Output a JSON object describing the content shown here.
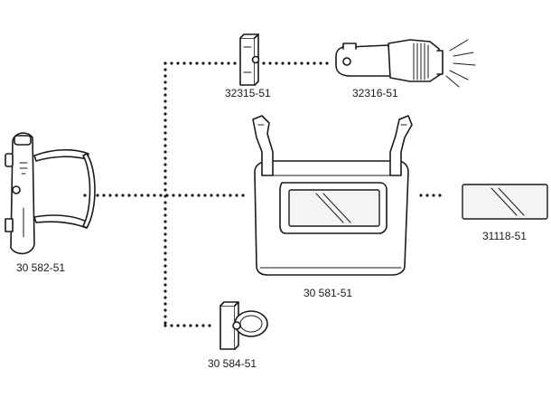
{
  "diagram": {
    "parts": [
      {
        "id": "lamp-bracket",
        "label": "30 582-51"
      },
      {
        "id": "clip",
        "label": "32315-51"
      },
      {
        "id": "flashlight",
        "label": "32316-51"
      },
      {
        "id": "visor-frame",
        "label": "30 581-51"
      },
      {
        "id": "cover-lens",
        "label": "31118-51"
      },
      {
        "id": "ring-clamp",
        "label": "30 584-51"
      }
    ],
    "colors": {
      "line": "#1a1a1a",
      "background": "#ffffff"
    }
  }
}
